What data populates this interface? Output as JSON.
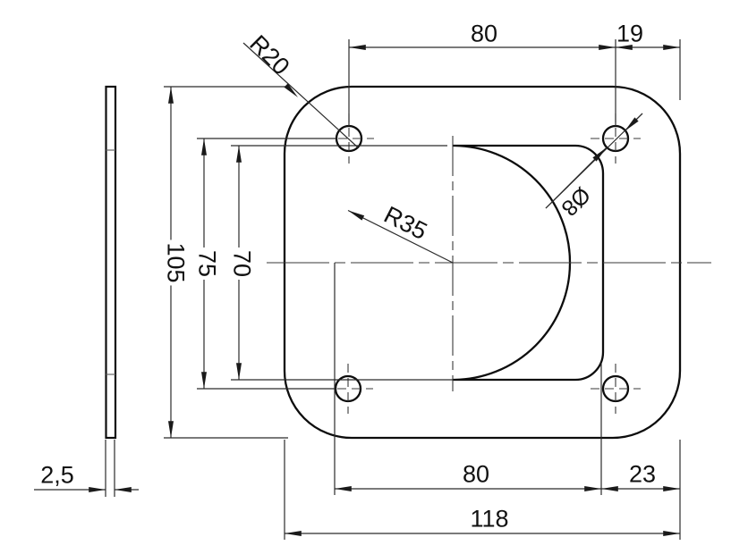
{
  "colors": {
    "background": "#ffffff",
    "edge_line": "#0d0d0d",
    "dimension_line": "#2b2b2b"
  },
  "labels": {
    "top_hole_spacing": "80",
    "top_right_offset": "19",
    "corner_radius": "R20",
    "cutout_radius": "R35",
    "plate_height": "105",
    "vertical_hole_spacing": "75",
    "cutout_height": "70",
    "hole_diameter": "Ø8",
    "cutout_width": "80",
    "cutout_right_offset": "23",
    "plate_width": "118",
    "plate_thickness": "2,5"
  }
}
